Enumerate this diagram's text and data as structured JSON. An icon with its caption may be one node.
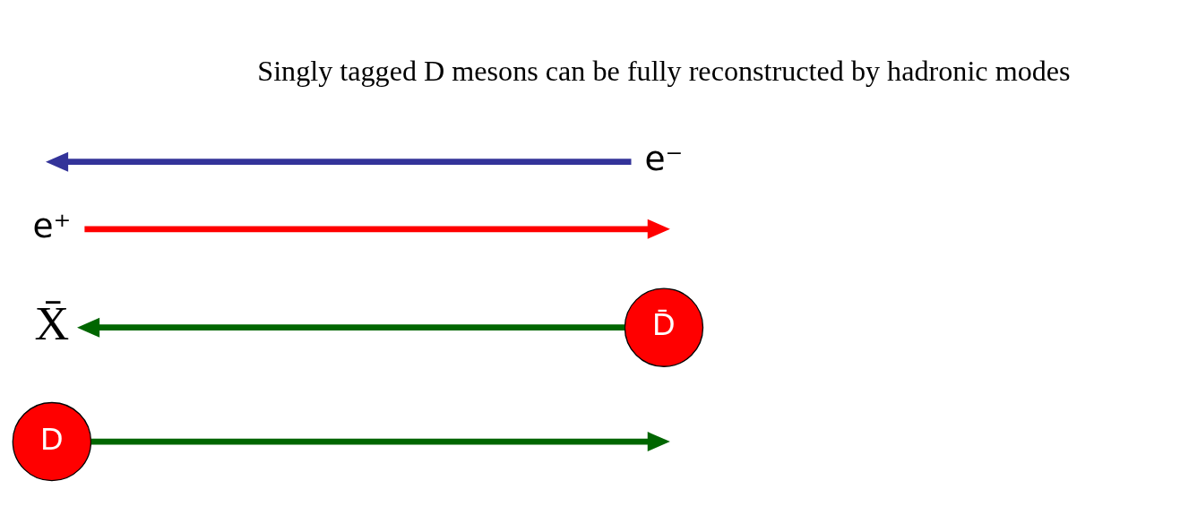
{
  "diagram": {
    "nodes": [
      {
        "text": [
          "D"
        ]
      },
      {
        "text": [
          "D̄"
        ]
      },
      {
        "text": [
          "e⁺"
        ]
      },
      {
        "text": [
          "e⁻"
        ]
      },
      {
        "text": [
          "X̄"
        ]
      }
    ],
    "edges": [
      {
        "from": 0,
        "to": null,
        "arrow": "to",
        "color": "#006600"
      },
      {
        "from": 1,
        "to": 4,
        "arrow": "to",
        "color": "#006600"
      },
      {
        "from": 2,
        "to": null,
        "arrow": "to",
        "color": "#ff0000"
      },
      {
        "from": 3,
        "to": null,
        "arrow": "to",
        "color": "#333399"
      }
    ],
    "labels": [
      "Singly tagged D mesons can be fully reconstructed by hadronic modes"
    ]
  }
}
